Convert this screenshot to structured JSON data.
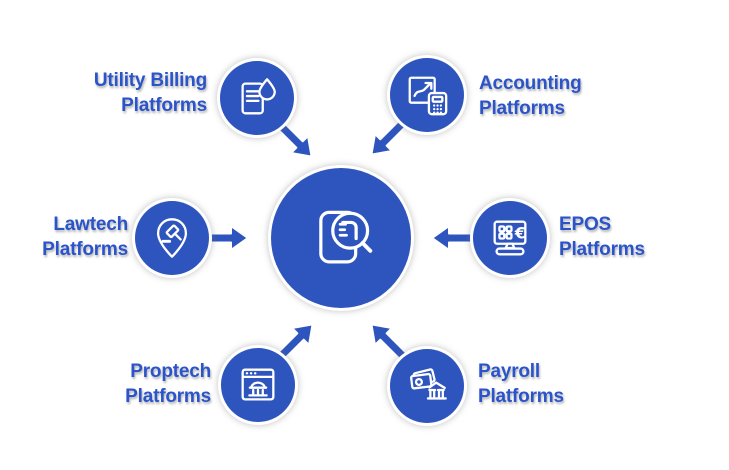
{
  "diagram": {
    "type": "hub-and-spoke",
    "colors": {
      "node_fill": "#2e55be",
      "label_text": "#2b54cb",
      "icon_stroke": "#ffffff",
      "background": "#ffffff"
    },
    "center": {
      "icon": "document-search-icon"
    },
    "nodes": [
      {
        "position": "top-left",
        "icon": "utility-bill-droplet-icon",
        "label": {
          "line1": "Utility Billing",
          "line2": "Platforms"
        }
      },
      {
        "position": "top-right",
        "icon": "chart-calculator-icon",
        "label": {
          "line1": "Accounting",
          "line2": "Platforms"
        }
      },
      {
        "position": "middle-left",
        "icon": "map-pin-gavel-icon",
        "label": {
          "line1": "Lawtech",
          "line2": "Platforms"
        }
      },
      {
        "position": "middle-right",
        "icon": "pos-terminal-euro-icon",
        "label": {
          "line1": "EPOS",
          "line2": "Platforms"
        }
      },
      {
        "position": "bottom-left",
        "icon": "browser-building-icon",
        "label": {
          "line1": "Proptech",
          "line2": "Platforms"
        }
      },
      {
        "position": "bottom-right",
        "icon": "banknotes-bank-icon",
        "label": {
          "line1": "Payroll",
          "line2": "Platforms"
        }
      }
    ],
    "icon_glyphs": {
      "epos_currency_symbol": "€"
    }
  }
}
